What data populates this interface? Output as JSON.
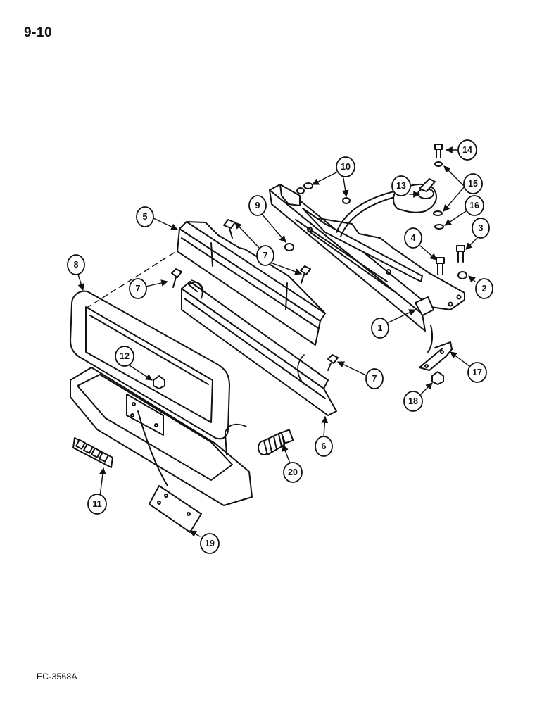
{
  "page": {
    "number": "9-10",
    "figure_code": "EC-3568A"
  },
  "colors": {
    "ink": "#111111",
    "paper": "#ffffff",
    "shade": "#e6e6e6"
  },
  "callouts": [
    {
      "id": "c1",
      "label": "1"
    },
    {
      "id": "c2",
      "label": "2"
    },
    {
      "id": "c3",
      "label": "3"
    },
    {
      "id": "c4",
      "label": "4"
    },
    {
      "id": "c5",
      "label": "5"
    },
    {
      "id": "c6",
      "label": "6"
    },
    {
      "id": "c7a",
      "label": "7"
    },
    {
      "id": "c7b",
      "label": "7"
    },
    {
      "id": "c7c",
      "label": "7"
    },
    {
      "id": "c8",
      "label": "8"
    },
    {
      "id": "c9",
      "label": "9"
    },
    {
      "id": "c10",
      "label": "10"
    },
    {
      "id": "c11",
      "label": "11"
    },
    {
      "id": "c12",
      "label": "12"
    },
    {
      "id": "c13",
      "label": "13"
    },
    {
      "id": "c14",
      "label": "14"
    },
    {
      "id": "c15",
      "label": "15"
    },
    {
      "id": "c16",
      "label": "16"
    },
    {
      "id": "c17",
      "label": "17"
    },
    {
      "id": "c18",
      "label": "18"
    },
    {
      "id": "c19",
      "label": "19"
    },
    {
      "id": "c20",
      "label": "20"
    }
  ]
}
